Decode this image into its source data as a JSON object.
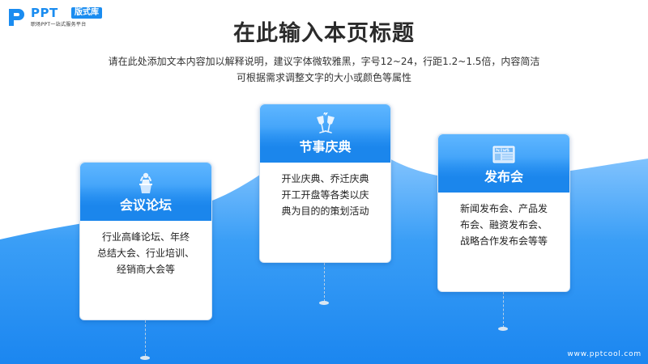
{
  "logo": {
    "brand": "PPT",
    "badge": "版式库",
    "tagline": "职场PPT一站式服务平台"
  },
  "header": {
    "title": "在此输入本页标题",
    "description_line1": "请在此处添加文本内容加以解释说明，建议字体微软雅黑，字号12~24，行距1.2~1.5倍，内容简洁",
    "description_line2": "可根据需求调整文字的大小或颜色等属性"
  },
  "cards": [
    {
      "title": "会议论坛",
      "icon": "speaker-podium-icon",
      "lines": [
        "行业高峰论坛、年终",
        "总结大会、行业培训、",
        "经销商大会等"
      ]
    },
    {
      "title": "节事庆典",
      "icon": "champagne-glasses-icon",
      "lines": [
        "开业庆典、乔迁庆典",
        "开工开盘等各类以庆",
        "典为目的的策划活动"
      ]
    },
    {
      "title": "发布会",
      "icon": "newspaper-icon",
      "lines": [
        "新闻发布会、产品发",
        "布会、融资发布会、",
        "战略合作发布会等等"
      ]
    }
  ],
  "footer": {
    "url": "www.pptcool.com"
  },
  "colors": {
    "accent": "#1a8cf0",
    "wave_light": "#8fcaff",
    "wave_dark": "#1b86f0",
    "title": "#2b2b2b"
  }
}
